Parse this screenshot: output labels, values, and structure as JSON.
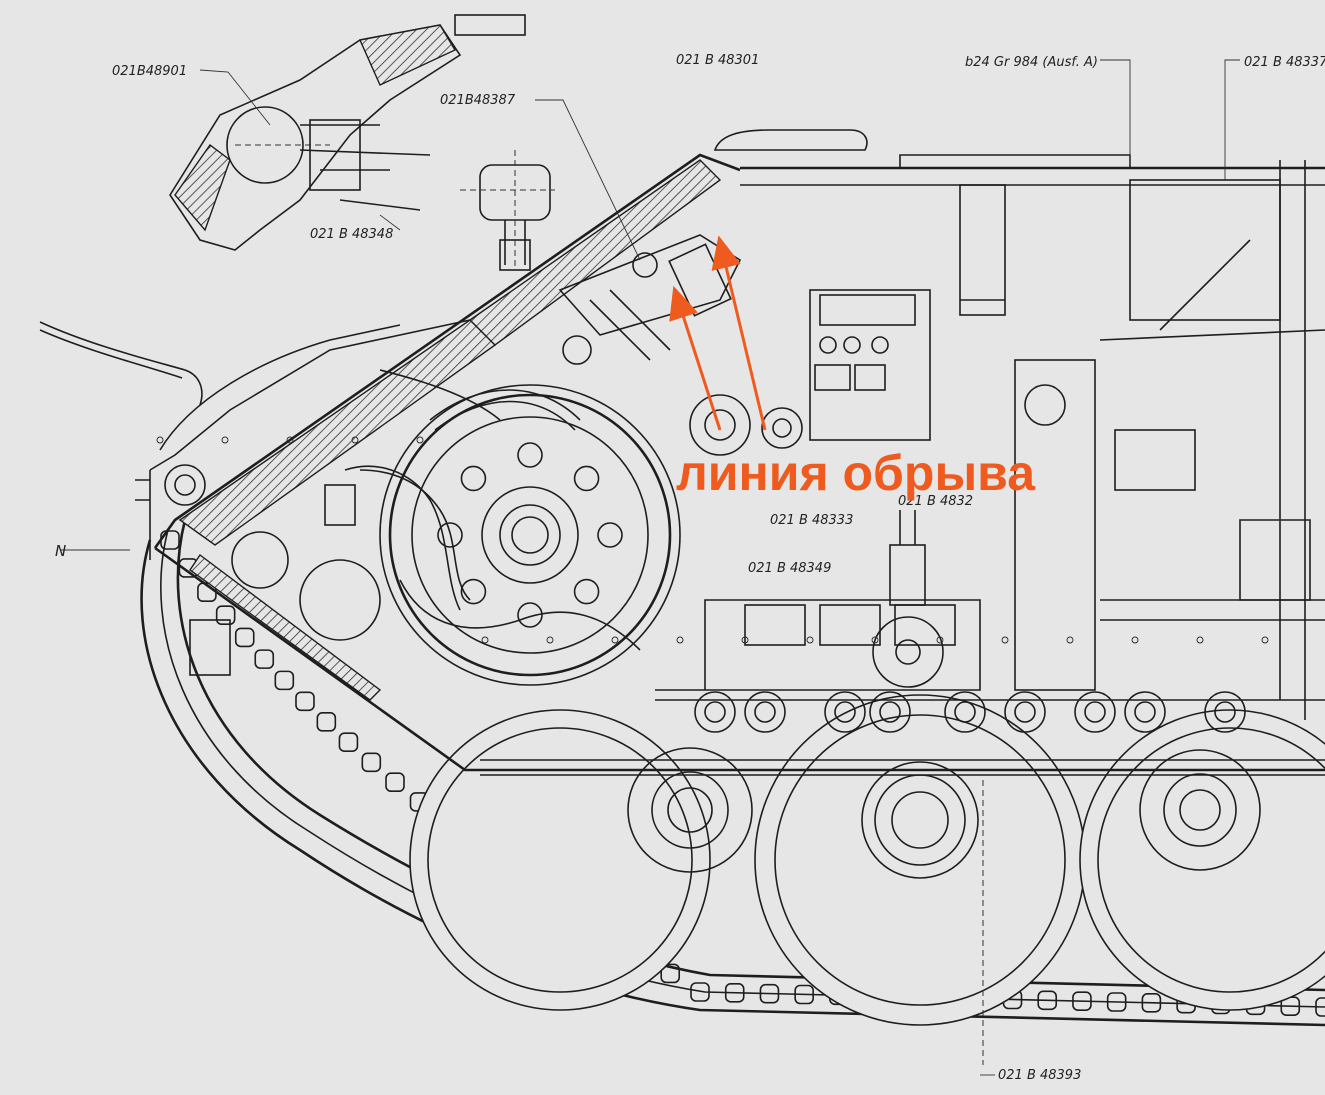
{
  "labels": {
    "part_021B48901": "021B48901",
    "part_021B48387": "021B48387",
    "part_021B48301": "021 B 48301",
    "part_b24Gr984": "b24 Gr 984 (Ausf. A)",
    "part_021B48337": "021 B 48337",
    "part_021B48348": "021 B 48348",
    "part_021B48333": "021 B 48333",
    "part_021B48349": "021 B 48349",
    "part_021B48332": "021 B 4832",
    "part_021B48393": "021 B 48393",
    "section_mark": "N"
  },
  "annotation": {
    "text": "линия обрыва",
    "color": "#ef5a1f"
  },
  "colors": {
    "background": "#e6e6e6",
    "ink": "#1e1e1e",
    "annotation": "#ef5a1f"
  }
}
